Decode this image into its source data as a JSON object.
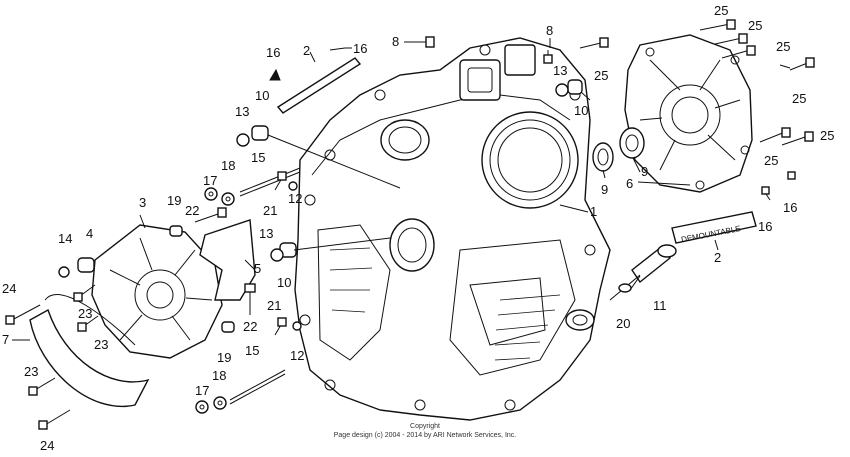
{
  "diagram": {
    "copyright_line1": "Copyright",
    "copyright_line2": "Page design (c) 2004 - 2014 by ARI Network Services, Inc.",
    "decal_text": "DEMOUNTABLE"
  },
  "callouts": [
    {
      "id": "c1",
      "label": "1"
    },
    {
      "id": "c2a",
      "label": "2"
    },
    {
      "id": "c2b",
      "label": "2"
    },
    {
      "id": "c3",
      "label": "3"
    },
    {
      "id": "c4",
      "label": "4"
    },
    {
      "id": "c5",
      "label": "5"
    },
    {
      "id": "c6",
      "label": "6"
    },
    {
      "id": "c7",
      "label": "7"
    },
    {
      "id": "c8a",
      "label": "8"
    },
    {
      "id": "c8b",
      "label": "8"
    },
    {
      "id": "c9a",
      "label": "9"
    },
    {
      "id": "c9b",
      "label": "9"
    },
    {
      "id": "c10a",
      "label": "10"
    },
    {
      "id": "c10b",
      "label": "10"
    },
    {
      "id": "c10c",
      "label": "10"
    },
    {
      "id": "c11",
      "label": "11"
    },
    {
      "id": "c12a",
      "label": "12"
    },
    {
      "id": "c12b",
      "label": "12"
    },
    {
      "id": "c13a",
      "label": "13"
    },
    {
      "id": "c13b",
      "label": "13"
    },
    {
      "id": "c13c",
      "label": "13"
    },
    {
      "id": "c14",
      "label": "14"
    },
    {
      "id": "c15a",
      "label": "15"
    },
    {
      "id": "c15b",
      "label": "15"
    },
    {
      "id": "c16a",
      "label": "16"
    },
    {
      "id": "c16b",
      "label": "16"
    },
    {
      "id": "c16c",
      "label": "16"
    },
    {
      "id": "c16d",
      "label": "16"
    },
    {
      "id": "c17a",
      "label": "17"
    },
    {
      "id": "c17b",
      "label": "17"
    },
    {
      "id": "c18a",
      "label": "18"
    },
    {
      "id": "c18b",
      "label": "18"
    },
    {
      "id": "c19a",
      "label": "19"
    },
    {
      "id": "c19b",
      "label": "19"
    },
    {
      "id": "c20",
      "label": "20"
    },
    {
      "id": "c21a",
      "label": "21"
    },
    {
      "id": "c21b",
      "label": "21"
    },
    {
      "id": "c22a",
      "label": "22"
    },
    {
      "id": "c22b",
      "label": "22"
    },
    {
      "id": "c23a",
      "label": "23"
    },
    {
      "id": "c23b",
      "label": "23"
    },
    {
      "id": "c23c",
      "label": "23"
    },
    {
      "id": "c24a",
      "label": "24"
    },
    {
      "id": "c24b",
      "label": "24"
    },
    {
      "id": "c25a",
      "label": "25"
    },
    {
      "id": "c25b",
      "label": "25"
    },
    {
      "id": "c25c",
      "label": "25"
    },
    {
      "id": "c25d",
      "label": "25"
    },
    {
      "id": "c25e",
      "label": "25"
    },
    {
      "id": "c25f",
      "label": "25"
    },
    {
      "id": "c25g",
      "label": "25"
    }
  ]
}
